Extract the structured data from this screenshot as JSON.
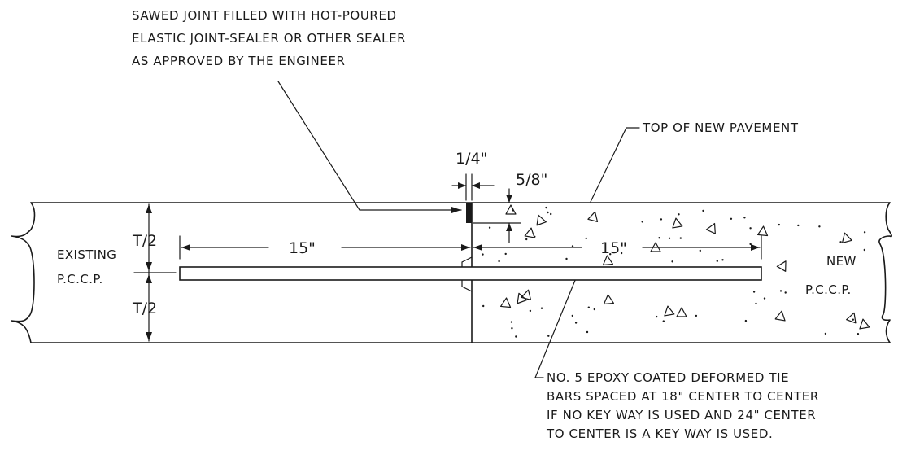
{
  "notes": {
    "sealer": [
      "SAWED JOINT FILLED WITH HOT-POURED",
      "ELASTIC JOINT-SEALER OR OTHER SEALER",
      "AS APPROVED BY THE ENGINEER"
    ],
    "top_of_pavement": "TOP OF NEW PAVEMENT",
    "tie_bars": [
      "NO. 5 EPOXY COATED DEFORMED TIE",
      "BARS SPACED AT 18\" CENTER TO CENTER",
      "IF NO KEY WAY IS USED AND 24\" CENTER",
      "TO CENTER IS A KEY WAY IS USED."
    ]
  },
  "dimensions": {
    "joint_width": "1/4\"",
    "joint_depth": "5/8\"",
    "half_thickness_top": "T/2",
    "half_thickness_bottom": "T/2",
    "left_embed": "15\"",
    "right_embed": "15\""
  },
  "labels": {
    "existing": [
      "EXISTING",
      "P.C.C.P."
    ],
    "new": [
      "NEW",
      "P.C.C.P."
    ]
  }
}
